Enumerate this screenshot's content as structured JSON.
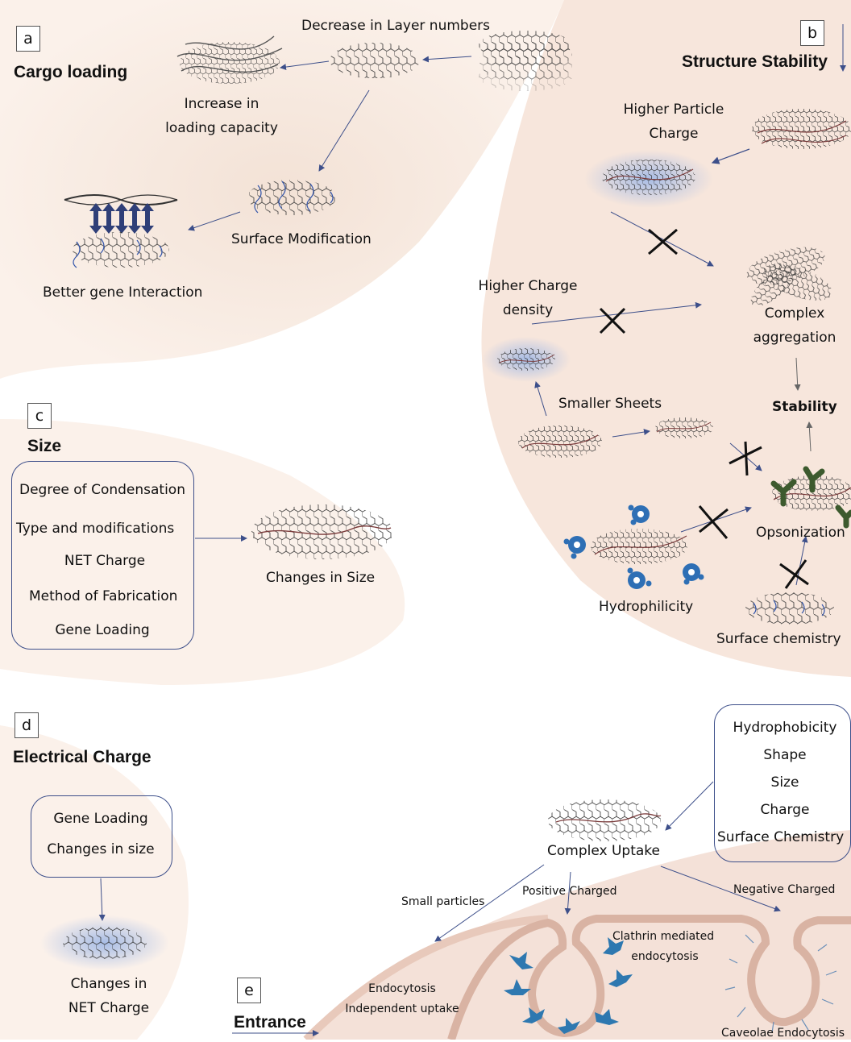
{
  "panels": {
    "a": {
      "letter": "a",
      "title": "Cargo loading",
      "top_label": "Decrease in Layer numbers",
      "increase_l1": "Increase in",
      "increase_l2": "loading capacity",
      "surface_mod": "Surface Modification",
      "better_gene": "Better gene Interaction"
    },
    "b": {
      "letter": "b",
      "title": "Structure Stability",
      "higher_particle_l1": "Higher Particle",
      "higher_particle_l2": "Charge",
      "higher_density_l1": "Higher Charge",
      "higher_density_l2": "density",
      "complex_l1": "Complex",
      "complex_l2": "aggregation",
      "smaller_sheets": "Smaller Sheets",
      "stability": "Stability",
      "opsonization": "Opsonization",
      "hydrophilicity": "Hydrophilicity",
      "surface_chem": "Surface chemistry"
    },
    "c": {
      "letter": "c",
      "title": "Size",
      "factors": [
        "Degree of Condensation",
        "Type and modifications",
        "NET Charge",
        "Method of Fabrication",
        "Gene Loading"
      ],
      "result": "Changes in Size"
    },
    "d": {
      "letter": "d",
      "title": "Electrical Charge",
      "factors": [
        "Gene Loading",
        "Changes in size"
      ],
      "result_l1": "Changes in",
      "result_l2": "NET Charge"
    },
    "e": {
      "letter": "e",
      "title": "Entrance",
      "factors": [
        "Hydrophobicity",
        "Shape",
        "Size",
        "Charge",
        "Surface Chemistry"
      ],
      "complex_uptake": "Complex Uptake",
      "small_particles": "Small particles",
      "positive": "Positive Charged",
      "negative": "Negative Charged",
      "clathrin_l1": "Clathrin mediated",
      "clathrin_l2": "endocytosis",
      "endo_l1": "Endocytosis",
      "endo_l2": "Independent uptake",
      "caveolae": "Caveolae Endocytosis"
    }
  },
  "colors": {
    "arrow": "#3d4f8a",
    "antibody": "#3d5a2e",
    "receptor": "#2e78b0",
    "glow": "#9fb8e6",
    "membrane": "#d9b3a3",
    "cell": "#f1d9d1"
  }
}
